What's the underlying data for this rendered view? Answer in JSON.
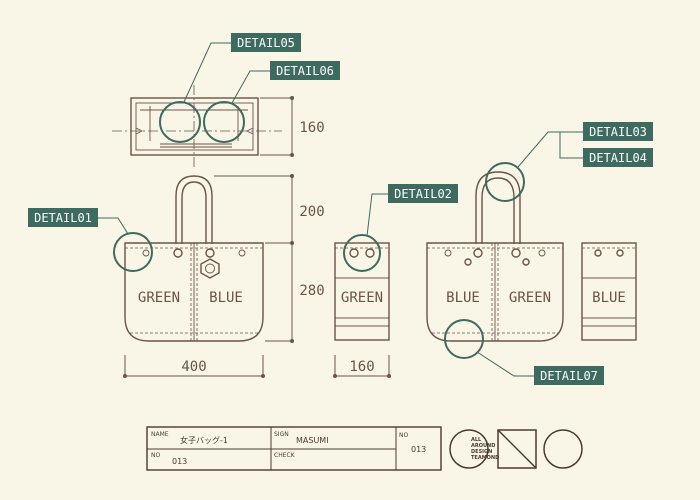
{
  "details": {
    "d05": "DETAIL05",
    "d06": "DETAIL06",
    "d03": "DETAIL03",
    "d04": "DETAIL04",
    "d02": "DETAIL02",
    "d01": "DETAIL01",
    "d07": "DETAIL07"
  },
  "dimensions": {
    "depth": "160",
    "handle": "200",
    "body": "280",
    "width_main": "400",
    "width_side": "160"
  },
  "bag_labels": {
    "front_left": "GREEN",
    "front_right": "BLUE",
    "side_left": "GREEN",
    "back_left": "BLUE",
    "back_right": "GREEN",
    "side_right": "BLUE"
  },
  "title_block": {
    "name_label": "NAME",
    "name_value": "女子バッグ-1",
    "sign_label": "SIGN",
    "sign_value": "MASUMI",
    "no_label_left": "NO",
    "no_value_left": "013",
    "check_label": "CHECK",
    "no_label_right": "NO",
    "no_value_right": "013"
  },
  "logo": {
    "line1": "ALL",
    "line2": "AROUND",
    "line3": "DESIGN",
    "line4": "TEAMOND"
  }
}
